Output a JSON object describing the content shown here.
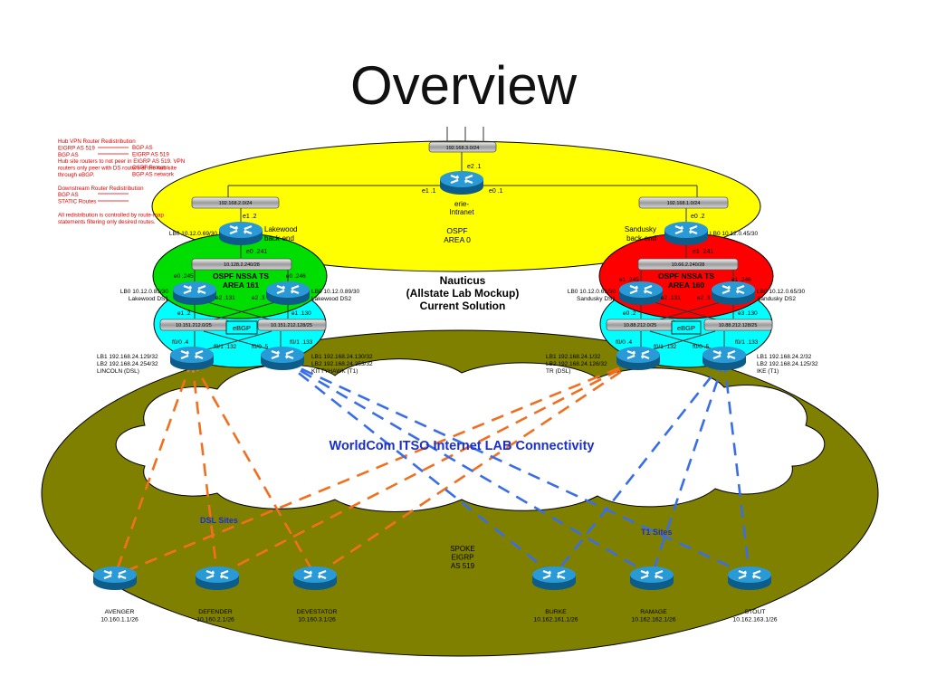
{
  "title": "Overview",
  "notes": {
    "lines": [
      "Hub VPN Router Redistribution",
      "EIGRP AS 519",
      "BGP AS",
      "Hub site routers to not peer in EIGRP AS 519.  VPN",
      "routers only peer with DS routers at the hub site",
      "through eBGP.",
      "",
      "Downstream Router Redistribution",
      "BGP AS",
      "STATIC Routes",
      "",
      "All redistribution is controlled by route-map",
      "statements filtering only desired routes."
    ],
    "right": [
      "BGP AS",
      "EIGRP AS 519",
      "",
      "",
      "",
      "",
      "",
      "",
      "OSPF Process",
      "BGP AS network"
    ]
  },
  "ospf": {
    "top_net": "192.168.3.0/24",
    "erie_top_if": "e2 .1",
    "erie_e1": "e1 .1",
    "erie_e0": "e0 .1",
    "erie_name": "erie-\nIntranet",
    "left_net": "192.168.2.0/24",
    "right_net": "192.168.1.0/24",
    "area_label": "OSPF\nAREA 0"
  },
  "lakewood": {
    "e1": "e1 .2",
    "name": "Lakewood\nback-end",
    "lb0": "LB0 10.12.0.69/30",
    "e0": "e0 .241",
    "nssa_net": "10.128.2.240/28",
    "e0_245": "e0 .245",
    "e0_246": "e0 .246",
    "area": "OSPF NSSA TS\nAREA 161",
    "ds1_lb": "LB0 10.12.0.85/30\nLakewood DS1",
    "ds2_lb": "LB0 10.12.0.89/30\nLakewood DS2",
    "e2_131": "e2 .131",
    "e2_3": "e2 .3",
    "e1_2": "e1 .2",
    "e1_130": "e1 .130",
    "net1": "10.151.212.0/25",
    "net2": "10.151.212.128/25",
    "ebgp": "eBGP",
    "f0_4": "f0/0 .4",
    "f0_1_132": "f0/1 .132",
    "f0_5": "f0/0 .5",
    "f0_1_133": "f0/1 .133",
    "vpn1": "LB1 192.168.24.129/32\nLB2 192.168.24.254/32\nLINCOLN (DSL)",
    "vpn2": "LB1 192.168.24.130/32\nLB2 192.168.24.253/32\nKITTYHAWK (T1)"
  },
  "sandusky": {
    "e2": "e0 .2",
    "name": "Sandusky\nback-end",
    "lb0": "LB0 10.12.0.45/30",
    "e1_241": "e1 .241",
    "nssa_net": "10.66.2.240/28",
    "e1_245": "e1 .245",
    "e1_246": "e1 .246",
    "area": "OSPF NSSA TS\nAREA 160",
    "ds1_lb": "LB0 10.12.0.61/30\nSandusky DS1",
    "ds2_lb": "LB0 10.12.0.65/30\nSandusky DS2",
    "e2_131": "e2 .131",
    "e2_3": "e2 .3",
    "e0_2": "e0 .2",
    "e3_130": "e3 .130",
    "net1": "10.88.212.0/25",
    "net2": "10.88.212.128/25",
    "ebgp": "eBGP",
    "f0_4": "f0/0 .4",
    "f0_1_132": "f0/1 .132",
    "f0_5": "f0/0 .5",
    "f0_1_133": "f0/1 .133",
    "vpn1": "LB1 192.168.24.1/32\nLB2 192.168.24.126/32\nTR (DSL)",
    "vpn2": "LB1 192.168.24.2/32\nLB2 192.168.24.125/32\nIKE (T1)"
  },
  "center_label": "Nauticus\n(Allstate Lab Mockup)\nCurrent Solution",
  "cloud_label": "WorldCom ITSO Internet LAB Connectivity",
  "dsl_sites": "DSL Sites",
  "t1_sites": "T1 Sites",
  "spoke_label": "SPOKE\nEIGRP\nAS 519",
  "spokes": [
    {
      "name": "AVENGER",
      "net": "10.160.1.1/26"
    },
    {
      "name": "DEFENDER",
      "net": "10.160.2.1/26"
    },
    {
      "name": "DEVESTATOR",
      "net": "10.160.3.1/26"
    },
    {
      "name": "BURKE",
      "net": "10.162.161.1/26"
    },
    {
      "name": "RAMAGE",
      "net": "10.162.162.1/26"
    },
    {
      "name": "STOUT",
      "net": "10.162.163.1/26"
    }
  ],
  "colors": {
    "area0": "#ffff00",
    "nssa_left": "#00dd00",
    "nssa_right": "#ff0000",
    "ds_zone": "#00ffff",
    "spoke_zone": "#808000",
    "router": "#1f8fc9",
    "dsl_link": "#f07020",
    "t1_link": "#3a6ee8",
    "notes": "#e00000"
  }
}
